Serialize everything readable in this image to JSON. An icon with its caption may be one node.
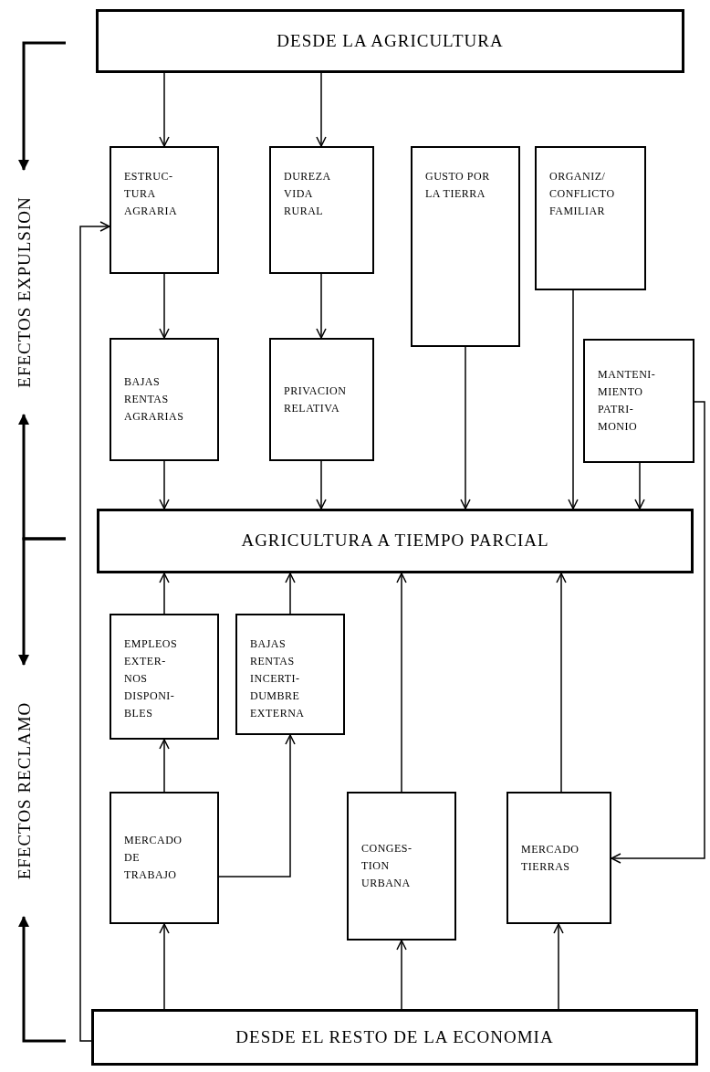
{
  "diagram": {
    "nodes": [
      {
        "text": [
          "DESDE LA AGRICULTURA"
        ]
      },
      {
        "text": [
          "ESTRUC- TURA AGRARIA"
        ]
      },
      {
        "text": [
          "DUREZA VIDA RURAL"
        ]
      },
      {
        "text": [
          "GUSTO POR LA TIERRA"
        ]
      },
      {
        "text": [
          "ORGANIZ/ CONFLICTO FAMILIAR"
        ]
      },
      {
        "text": [
          "BAJAS RENTAS AGRARIAS"
        ]
      },
      {
        "text": [
          "PRIVACION RELATIVA"
        ]
      },
      {
        "text": [
          "MANTENI- MIENTO PATRI- MONIO"
        ]
      },
      {
        "text": [
          "AGRICULTURA A TIEMPO PARCIAL"
        ]
      },
      {
        "text": [
          "EMPLEOS EXTER- NOS DISPONI- BLES"
        ]
      },
      {
        "text": [
          "BAJAS RENTAS INCERTI- DUMBRE EXTERNA"
        ]
      },
      {
        "text": [
          "MERCADO DE TRABAJO"
        ]
      },
      {
        "text": [
          "CONGES- TION URBANA"
        ]
      },
      {
        "text": [
          "MERCADO TIERRAS"
        ]
      },
      {
        "text": [
          "DESDE EL RESTO DE LA ECONOMIA"
        ]
      }
    ],
    "edges": [
      {
        "from": 0,
        "to": 1,
        "arrow": "to"
      },
      {
        "from": 0,
        "to": 2,
        "arrow": "to"
      },
      {
        "from": 1,
        "to": 5,
        "arrow": "to"
      },
      {
        "from": 2,
        "to": 6,
        "arrow": "to"
      },
      {
        "from": 5,
        "to": 8,
        "arrow": "to"
      },
      {
        "from": 6,
        "to": 8,
        "arrow": "to"
      },
      {
        "from": 3,
        "to": 8,
        "arrow": "to"
      },
      {
        "from": 4,
        "to": 8,
        "arrow": "to"
      },
      {
        "from": 7,
        "to": 8,
        "arrow": "to"
      },
      {
        "from": 9,
        "to": 8,
        "arrow": "to"
      },
      {
        "from": 10,
        "to": 8,
        "arrow": "to"
      },
      {
        "from": 11,
        "to": 9,
        "arrow": "to"
      },
      {
        "from": 11,
        "to": 10,
        "arrow": "to"
      },
      {
        "from": 12,
        "to": 8,
        "arrow": "to"
      },
      {
        "from": 13,
        "to": 8,
        "arrow": "to"
      },
      {
        "from": 14,
        "to": 11,
        "arrow": "to"
      },
      {
        "from": 14,
        "to": 12,
        "arrow": "to"
      },
      {
        "from": 14,
        "to": 13,
        "arrow": "to"
      },
      {
        "from": 14,
        "to": 1,
        "arrow": "to"
      },
      {
        "from": 7,
        "to": 13,
        "arrow": "to"
      }
    ],
    "labels": [
      "EFECTOS EXPULSION",
      "EFECTOS RECLAMO"
    ]
  }
}
